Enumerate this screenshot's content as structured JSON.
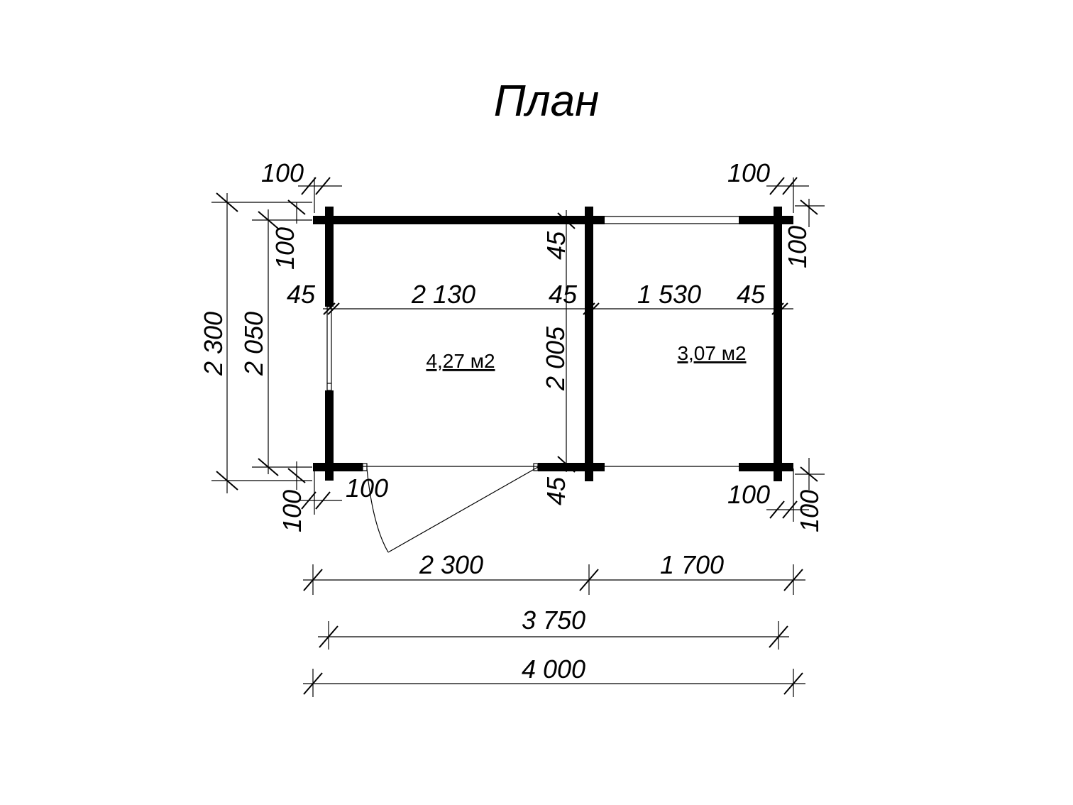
{
  "title": "План",
  "areas": {
    "room_left": "4,27 м2",
    "room_right": "3,07 м2"
  },
  "dims": {
    "top_left_100": "100",
    "top_right_100": "100",
    "left_v_100_top": "100",
    "right_v_100_top": "100",
    "mid_v_45_top": "45",
    "inner_left_45": "45",
    "inner_2130": "2 130",
    "inner_mid_45": "45",
    "inner_1530": "1 530",
    "inner_right_45": "45",
    "height_2300": "2 300",
    "height_2050": "2 050",
    "height_2005": "2 005",
    "bottom_door_100": "100",
    "mid_v_45_bottom": "45",
    "bottom_right_100": "100",
    "left_v_100_bottom": "100",
    "right_v_100_bottom": "100",
    "width_2300": "2 300",
    "width_1700": "1 700",
    "width_3750": "3 750",
    "width_4000": "4 000"
  }
}
